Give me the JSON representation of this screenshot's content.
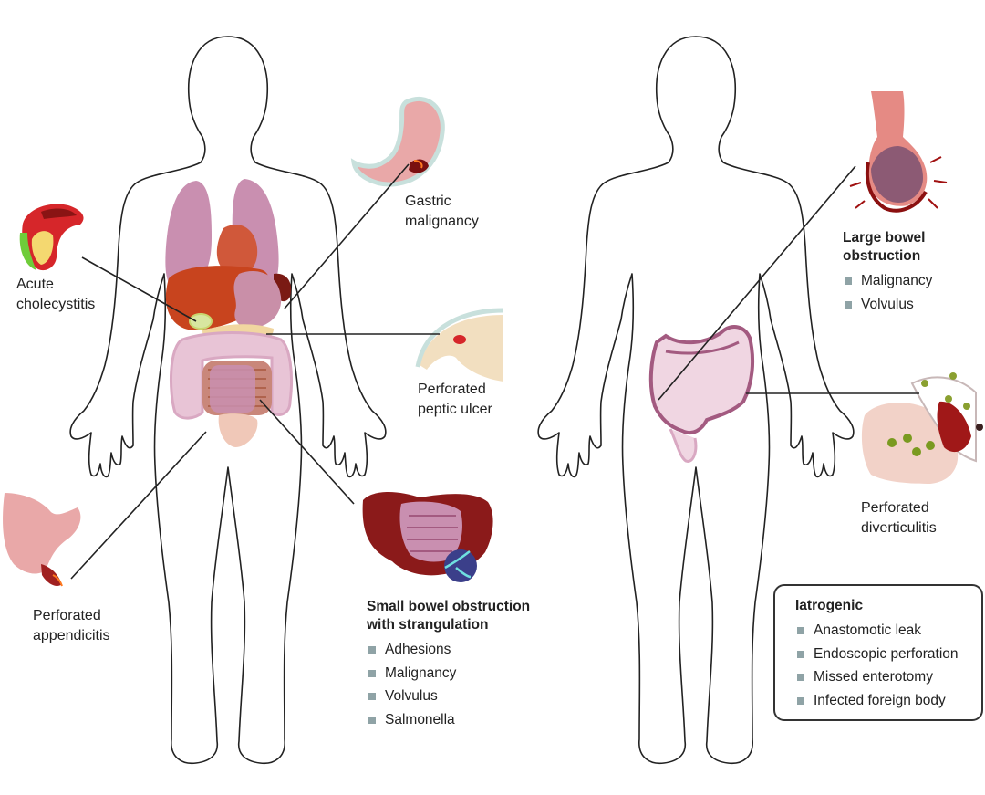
{
  "left_labels": {
    "gastric": [
      "Gastric",
      "malignancy"
    ],
    "cholecystitis": [
      "Acute",
      "cholecystitis"
    ],
    "peptic": [
      "Perforated",
      "peptic ulcer"
    ],
    "appendicitis": [
      "Perforated",
      "appendicitis"
    ]
  },
  "small_bowel": {
    "title": [
      "Small bowel obstruction",
      "with strangulation"
    ],
    "items": [
      "Adhesions",
      "Malignancy",
      "Volvulus",
      "Salmonella"
    ]
  },
  "large_bowel": {
    "title": [
      "Large bowel",
      "obstruction"
    ],
    "items": [
      "Malignancy",
      "Volvulus"
    ]
  },
  "diverticulitis": [
    "Perforated",
    "diverticulitis"
  ],
  "iatrogenic": {
    "title": "Iatrogenic",
    "items": [
      "Anastomotic leak",
      "Endoscopic perforation",
      "Missed enterotomy",
      "Infected foreign body"
    ]
  },
  "colors": {
    "outline": "#222222",
    "bullet": "#8fa3a6",
    "lung": "#c98fb0",
    "liver": "#c8441e",
    "bowel": "#e8c4d6",
    "strangulated": "#8b1a1a"
  }
}
